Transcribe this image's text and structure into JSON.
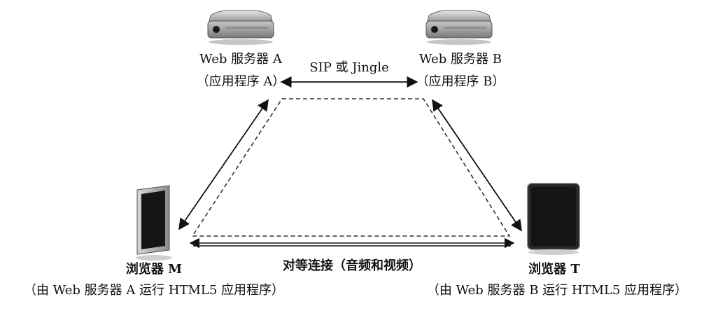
{
  "server_a": {
    "title": "Web 服务器 A",
    "subtitle": "（应用程序 A）"
  },
  "server_b": {
    "title": "Web 服务器 B",
    "subtitle": "（应用程序 B）"
  },
  "signaling_label": "SIP 或 Jingle",
  "browser_m": {
    "title": "浏览器 M",
    "subtitle": "（由 Web 服务器 A 运行 HTML5 应用程序）"
  },
  "browser_t": {
    "title": "浏览器 T",
    "subtitle": "（由 Web 服务器 B 运行 HTML5 应用程序）"
  },
  "peer_label": "对等连接（音频和视频）",
  "icons": {
    "server_a": "server-icon",
    "server_b": "server-icon",
    "browser_m": "tablet-device-icon",
    "browser_t": "tablet-device-icon"
  },
  "colors": {
    "line": "#111111",
    "dashed": "#333333",
    "device_dark": "#151515",
    "server_body": "#bdbdbd"
  }
}
